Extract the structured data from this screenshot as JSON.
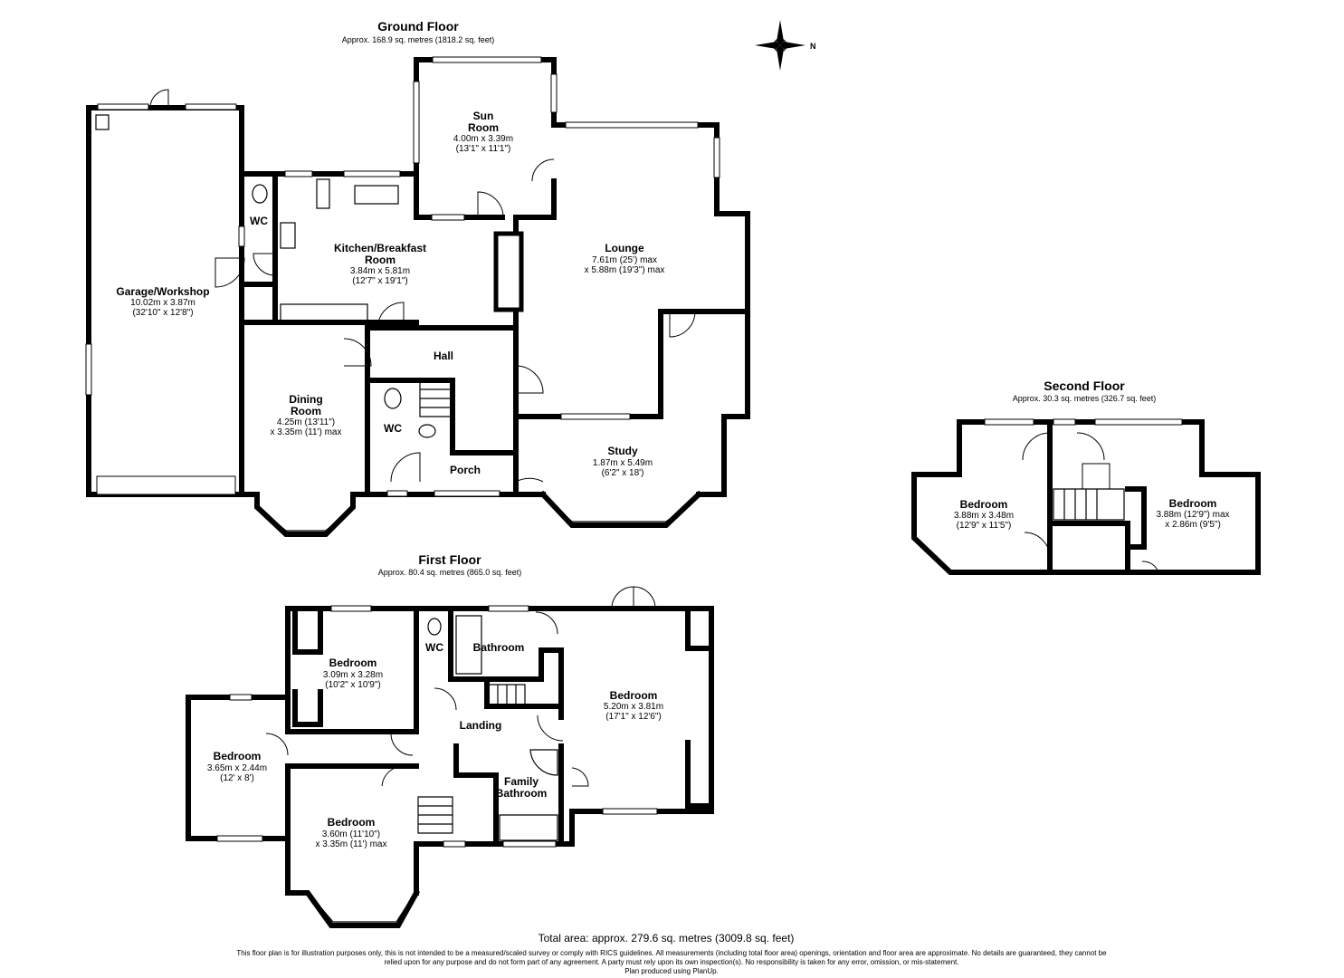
{
  "ground_floor": {
    "title": "Ground Floor",
    "area": "Approx. 168.9 sq. metres (1818.2 sq. feet)",
    "rooms": {
      "garage": {
        "name": "Garage/Workshop",
        "dim1": "10.02m x 3.87m",
        "dim2": "(32'10\" x 12'8\")"
      },
      "wc": {
        "name": "WC"
      },
      "kitchen": {
        "name1": "Kitchen/Breakfast",
        "name2": "Room",
        "dim1": "3.84m x 5.81m",
        "dim2": "(12'7\" x 19'1\")"
      },
      "sun": {
        "name1": "Sun",
        "name2": "Room",
        "dim1": "4.00m x 3.39m",
        "dim2": "(13'1\" x 11'1\")"
      },
      "lounge": {
        "name": "Lounge",
        "dim1": "7.61m (25') max",
        "dim2": "x 5.88m (19'3\") max"
      },
      "hall": {
        "name": "Hall"
      },
      "dining": {
        "name1": "Dining",
        "name2": "Room",
        "dim1": "4.25m (13'11\")",
        "dim2": "x 3.35m (11') max"
      },
      "wc2": {
        "name": "WC"
      },
      "porch": {
        "name": "Porch"
      },
      "study": {
        "name": "Study",
        "dim1": "1.87m x 5.49m",
        "dim2": "(6'2\" x 18')"
      }
    }
  },
  "first_floor": {
    "title": "First Floor",
    "area": "Approx. 80.4 sq. metres (865.0 sq. feet)",
    "rooms": {
      "bed1": {
        "name": "Bedroom",
        "dim1": "3.09m x 3.28m",
        "dim2": "(10'2\" x 10'9\")"
      },
      "wc": {
        "name": "WC"
      },
      "bathroom": {
        "name": "Bathroom"
      },
      "master": {
        "name": "Bedroom",
        "dim1": "5.20m x 3.81m",
        "dim2": "(17'1\" x 12'6\")"
      },
      "landing": {
        "name": "Landing"
      },
      "bed2": {
        "name": "Bedroom",
        "dim1": "3.65m x 2.44m",
        "dim2": "(12' x 8')"
      },
      "bed3": {
        "name": "Bedroom",
        "dim1": "3.60m (11'10\")",
        "dim2": "x 3.35m (11') max"
      },
      "family": {
        "name1": "Family",
        "name2": "Bathroom"
      }
    }
  },
  "second_floor": {
    "title": "Second Floor",
    "area": "Approx. 30.3 sq. metres (326.7 sq. feet)",
    "rooms": {
      "bedL": {
        "name": "Bedroom",
        "dim1": "3.88m x 3.48m",
        "dim2": "(12'9\" x 11'5\")"
      },
      "bedR": {
        "name": "Bedroom",
        "dim1": "3.88m (12'9\") max",
        "dim2": "x 2.86m (9'5\")"
      }
    }
  },
  "compass": {
    "label": "N",
    "icon": "compass-icon"
  },
  "footer": {
    "total": "Total area: approx. 279.6 sq. metres (3009.8 sq. feet)",
    "disclaimer1": "This floor plan is for illustration purposes only, this is not intended to be a measured/scaled survey or comply with RICS guidelines. All measurements (including total floor area) openings, orientation and floor area are approximate. No details are guaranteed, they cannot be",
    "disclaimer2": "relied upon for any purpose and do not form part of any agreement. A party must rely upon its own inspection(s). No responsibility is taken for any error, omission, or mis-statement.",
    "credit": "Plan produced using PlanUp."
  }
}
